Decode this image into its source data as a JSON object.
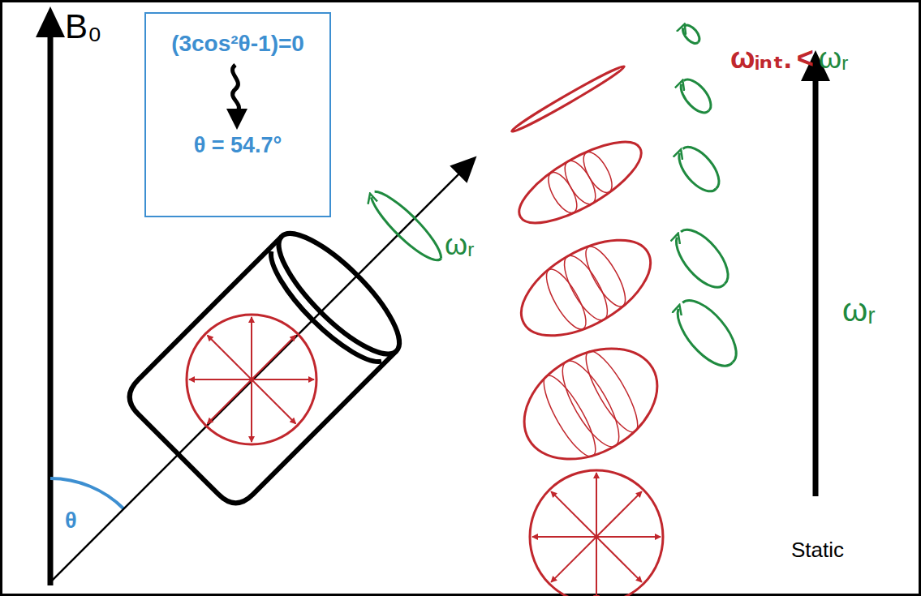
{
  "diagram": {
    "nodes": [
      {
        "text": [
          "(3cos²θ-1)=0",
          "θ = 54.7°"
        ]
      }
    ],
    "labels": [
      "B₀",
      "θ",
      "ωᵣ",
      "ωᵢₙₜ.",
      "<",
      "ωᵣ",
      "ωᵣ",
      "Static"
    ]
  }
}
